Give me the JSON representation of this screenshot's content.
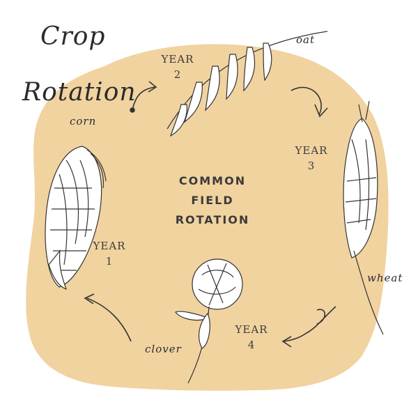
{
  "title": {
    "line1": "Crop",
    "line2": "Rotation"
  },
  "center_title": [
    "COMMON",
    "FIELD",
    "ROTATION"
  ],
  "colors": {
    "background": "#ffffff",
    "blob": "#f1d3a0",
    "ink": "#333333"
  },
  "stages": [
    {
      "crop": "corn",
      "year_word": "YEAR",
      "year_number": "1",
      "icon": "corn-icon"
    },
    {
      "crop": "oat",
      "year_word": "YEAR",
      "year_number": "2",
      "icon": "oat-icon"
    },
    {
      "crop": "wheat",
      "year_word": "YEAR",
      "year_number": "3",
      "icon": "wheat-icon"
    },
    {
      "crop": "clover",
      "year_word": "YEAR",
      "year_number": "4",
      "icon": "clover-icon"
    }
  ]
}
